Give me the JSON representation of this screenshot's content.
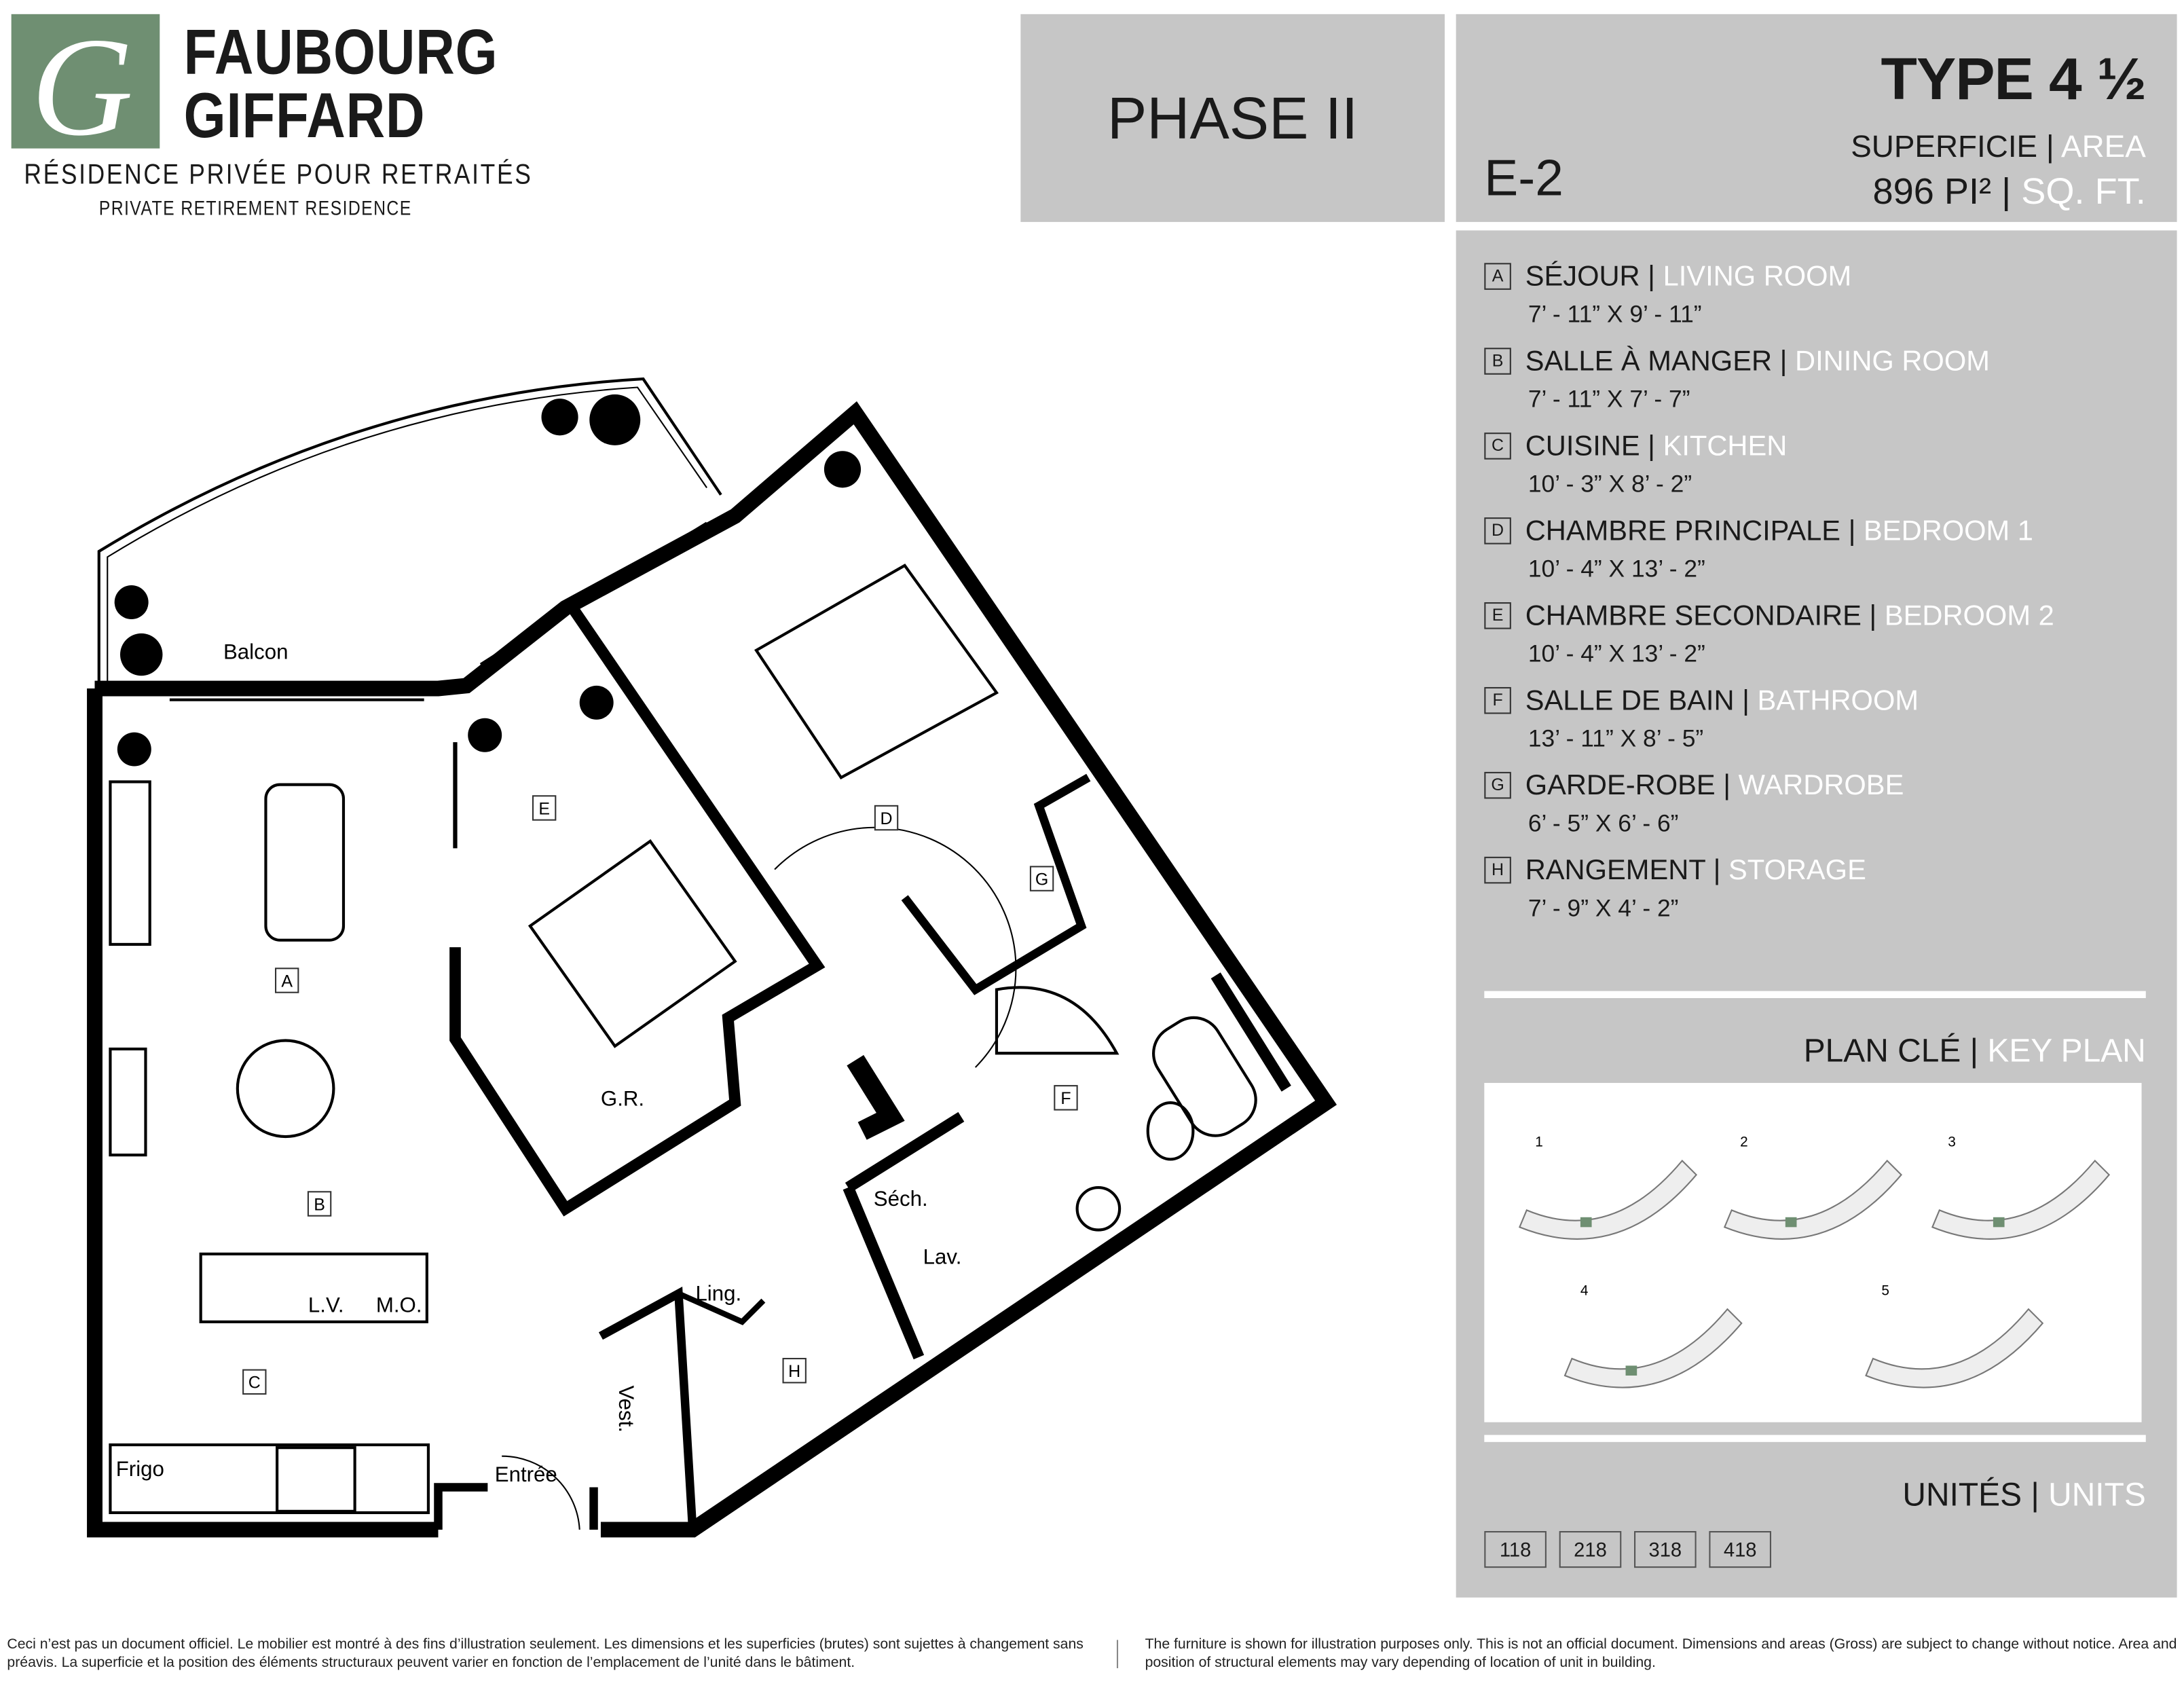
{
  "brand": {
    "line1": "FAUBOURG",
    "line2": "GIFFARD",
    "subtitle_fr": "RÉSIDENCE PRIVÉE POUR RETRAITÉS",
    "subtitle_en": "PRIVATE RETIREMENT RESIDENCE",
    "logo_letter": "G",
    "color": "#6f8f72"
  },
  "phase": "PHASE II",
  "unit": {
    "code": "E-2",
    "type": "TYPE 4 ½",
    "area_label_fr": "SUPERFICIE",
    "area_label_en": "AREA",
    "sep": "|",
    "area_value": "896 PI²",
    "area_unit_en": "SQ. FT."
  },
  "rooms": [
    {
      "key": "A",
      "fr": "SÉJOUR",
      "en": "LIVING ROOM",
      "dims": "7’ - 11” X 9’ - 11”"
    },
    {
      "key": "B",
      "fr": "SALLE À MANGER",
      "en": "DINING ROOM",
      "dims": "7’ - 11” X 7’ - 7”"
    },
    {
      "key": "C",
      "fr": "CUISINE",
      "en": "KITCHEN",
      "dims": "10’ - 3” X 8’ - 2”"
    },
    {
      "key": "D",
      "fr": "CHAMBRE PRINCIPALE",
      "en": "BEDROOM 1",
      "dims": "10’ - 4” X 13’ - 2”"
    },
    {
      "key": "E",
      "fr": "CHAMBRE SECONDAIRE",
      "en": "BEDROOM 2",
      "dims": "10’ - 4” X 13’ - 2”"
    },
    {
      "key": "F",
      "fr": "SALLE DE BAIN",
      "en": "BATHROOM",
      "dims": "13’ - 11” X 8’ - 5”"
    },
    {
      "key": "G",
      "fr": "GARDE-ROBE",
      "en": "WARDROBE",
      "dims": "6’ - 5” X 6’ - 6”"
    },
    {
      "key": "H",
      "fr": "RANGEMENT",
      "en": "STORAGE",
      "dims": "7’ - 9” X 4’ - 2”"
    }
  ],
  "keyplan": {
    "title_fr": "PLAN CLÉ",
    "title_en": "KEY PLAN",
    "floors": [
      "1",
      "2",
      "3",
      "4",
      "5"
    ]
  },
  "units": {
    "title_fr": "UNITÉS",
    "title_en": "UNITS",
    "list": [
      "118",
      "218",
      "318",
      "418"
    ]
  },
  "plan_labels": {
    "balcon": "Balcon",
    "a": "A",
    "b": "B",
    "c": "C",
    "d": "D",
    "e": "E",
    "f": "F",
    "g": "G",
    "h": "H",
    "gr": "G.R.",
    "sech": "Séch.",
    "lav": "Lav.",
    "ling": "Ling.",
    "lv": "L.V.",
    "mo": "M.O.",
    "frigo": "Frigo",
    "entree": "Entrée",
    "vest": "Vest."
  },
  "footer": {
    "fr": "Ceci n’est pas un document officiel. Le mobilier est montré à des fins d’illustration seulement. Les dimensions et les superficies (brutes) sont sujettes à changement sans préavis. La superficie et la position des éléments structuraux peuvent varier en fonction de l’emplacement de l’unité dans le bâtiment.",
    "en": "The furniture is shown for illustration purposes only. This is not an official document. Dimensions and areas (Gross) are subject to change without notice. Area and position of structural elements may vary depending of location of unit in building."
  }
}
